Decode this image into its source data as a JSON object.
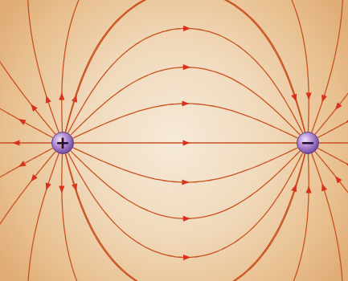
{
  "diagram": {
    "nodes": [
      {
        "text": [
          "+"
        ]
      },
      {
        "text": [
          "−"
        ]
      }
    ],
    "edges": [
      {
        "from": 0,
        "to": 1,
        "arrow": "to"
      },
      {
        "from": 0,
        "to": 1,
        "arrow": "to"
      },
      {
        "from": 0,
        "to": 1,
        "arrow": "to"
      },
      {
        "from": 0,
        "to": 1,
        "arrow": "to"
      },
      {
        "from": 0,
        "to": 1,
        "arrow": "to"
      },
      {
        "from": 0,
        "to": 1,
        "arrow": "to"
      },
      {
        "from": 0,
        "to": 1,
        "arrow": "to"
      }
    ]
  }
}
